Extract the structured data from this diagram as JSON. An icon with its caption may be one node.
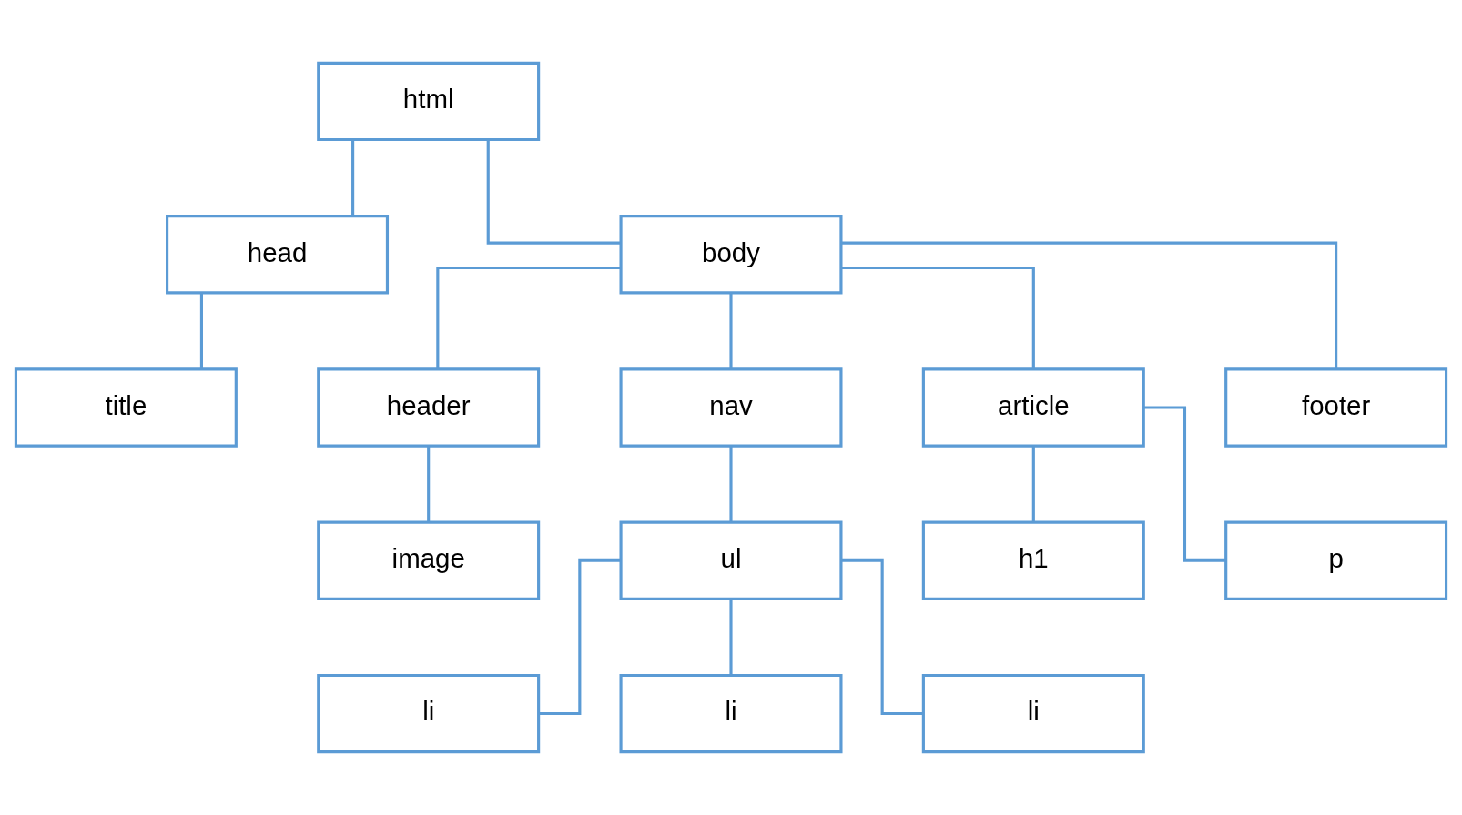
{
  "diagram": {
    "nodes": [
      {
        "text": [
          "html"
        ]
      },
      {
        "text": [
          "head"
        ]
      },
      {
        "text": [
          "body"
        ]
      },
      {
        "text": [
          "title"
        ]
      },
      {
        "text": [
          "header"
        ]
      },
      {
        "text": [
          "nav"
        ]
      },
      {
        "text": [
          "article"
        ]
      },
      {
        "text": [
          "footer"
        ]
      },
      {
        "text": [
          "image"
        ]
      },
      {
        "text": [
          "ul"
        ]
      },
      {
        "text": [
          "h1"
        ]
      },
      {
        "text": [
          "p"
        ]
      },
      {
        "text": [
          "li"
        ]
      },
      {
        "text": [
          "li"
        ]
      },
      {
        "text": [
          "li"
        ]
      }
    ],
    "edges": [
      {
        "from": 0,
        "to": 1,
        "arrow": "none"
      },
      {
        "from": 0,
        "to": 2,
        "arrow": "none"
      },
      {
        "from": 1,
        "to": 3,
        "arrow": "none"
      },
      {
        "from": 2,
        "to": 4,
        "arrow": "none"
      },
      {
        "from": 2,
        "to": 5,
        "arrow": "none"
      },
      {
        "from": 2,
        "to": 6,
        "arrow": "none"
      },
      {
        "from": 2,
        "to": 7,
        "arrow": "none"
      },
      {
        "from": 4,
        "to": 8,
        "arrow": "none"
      },
      {
        "from": 5,
        "to": 9,
        "arrow": "none"
      },
      {
        "from": 6,
        "to": 10,
        "arrow": "none"
      },
      {
        "from": 6,
        "to": 11,
        "arrow": "none"
      },
      {
        "from": 9,
        "to": 12,
        "arrow": "none"
      },
      {
        "from": 9,
        "to": 13,
        "arrow": "none"
      },
      {
        "from": 9,
        "to": 14,
        "arrow": "none"
      }
    ]
  }
}
